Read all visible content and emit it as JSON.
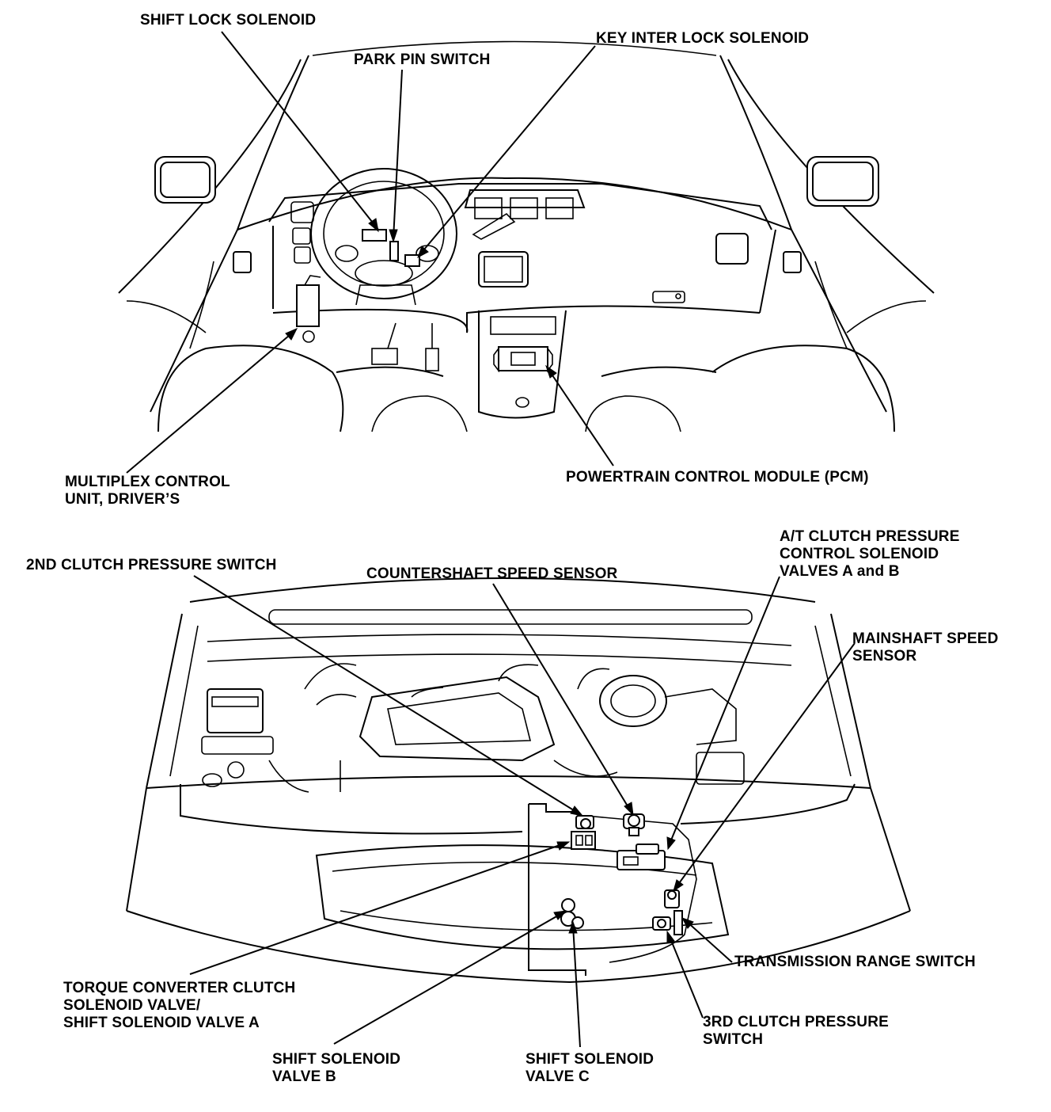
{
  "labels": {
    "shift_lock_solenoid": "SHIFT LOCK SOLENOID",
    "park_pin_switch": "PARK PIN SWITCH",
    "key_inter_lock_solenoid": "KEY INTER LOCK SOLENOID",
    "multiplex_control_unit": "MULTIPLEX CONTROL\nUNIT, DRIVER’S",
    "pcm": "POWERTRAIN CONTROL MODULE (PCM)",
    "second_clutch_pressure_switch": "2ND CLUTCH PRESSURE SWITCH",
    "countershaft_speed_sensor": "COUNTERSHAFT SPEED SENSOR",
    "at_clutch_pressure_control": "A/T CLUTCH PRESSURE\nCONTROL SOLENOID\nVALVES A and B",
    "mainshaft_speed_sensor": "MAINSHAFT SPEED\nSENSOR",
    "transmission_range_switch": "TRANSMISSION RANGE SWITCH",
    "torque_converter_clutch": "TORQUE CONVERTER CLUTCH\nSOLENOID VALVE/\nSHIFT SOLENOID VALVE A",
    "third_clutch_pressure_switch": "3RD CLUTCH PRESSURE\nSWITCH",
    "shift_solenoid_b": "SHIFT SOLENOID\nVALVE B",
    "shift_solenoid_c": "SHIFT SOLENOID\nVALVE C"
  }
}
